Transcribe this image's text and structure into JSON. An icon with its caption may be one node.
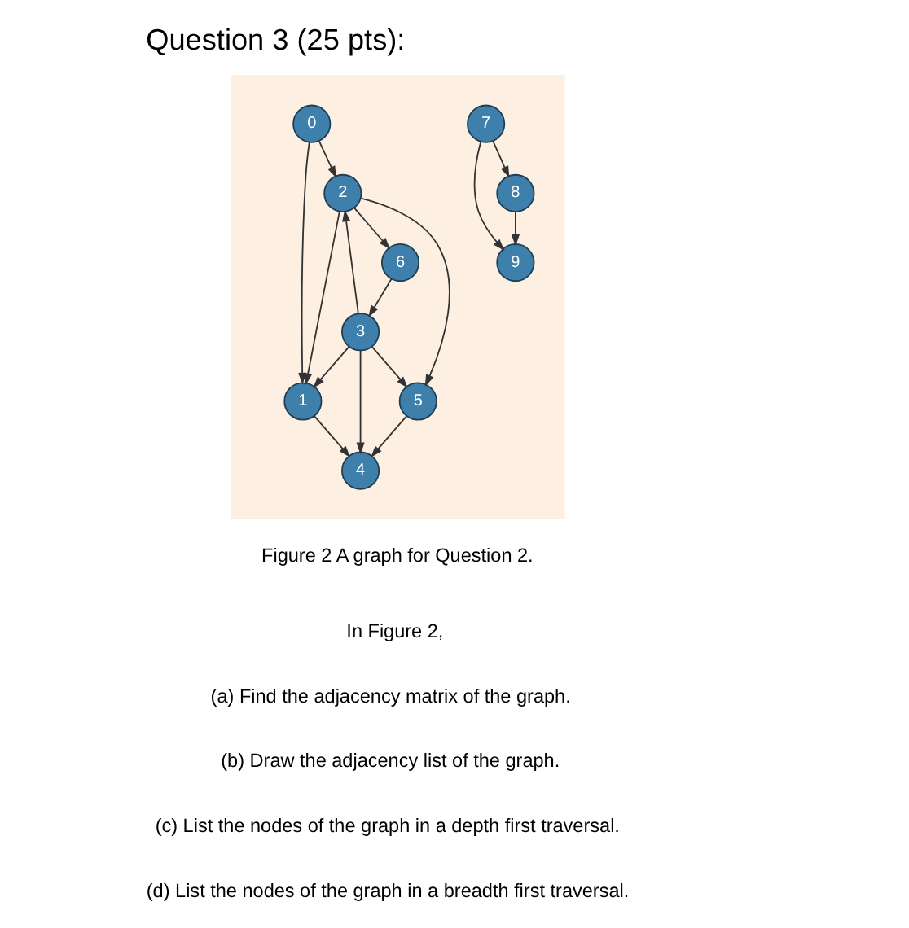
{
  "diagram": {
    "title": "Question 3 (25 pts):",
    "caption": "Figure 2 A graph for Question 2.",
    "nodes": [
      {
        "text": [],
        "shape": "box"
      },
      {
        "text": [
          "0"
        ],
        "in": 0
      },
      {
        "text": [
          "1"
        ],
        "in": 0
      },
      {
        "text": [
          "2"
        ],
        "in": 0
      },
      {
        "text": [
          "3"
        ],
        "in": 0
      },
      {
        "text": [
          "4"
        ],
        "in": 0
      },
      {
        "text": [
          "5"
        ],
        "in": 0
      },
      {
        "text": [
          "6"
        ],
        "in": 0
      },
      {
        "text": [
          "7"
        ],
        "in": 0
      },
      {
        "text": [
          "8"
        ],
        "in": 0
      },
      {
        "text": [
          "9"
        ],
        "in": 0
      }
    ],
    "edges": [
      {
        "from": 1,
        "to": 2,
        "arrow": "to"
      },
      {
        "from": 1,
        "to": 3,
        "arrow": "to"
      },
      {
        "from": 2,
        "to": 5,
        "arrow": "to"
      },
      {
        "from": 3,
        "to": 2,
        "arrow": "to"
      },
      {
        "from": 4,
        "to": 2,
        "arrow": "to"
      },
      {
        "from": 4,
        "to": 3,
        "arrow": "to"
      },
      {
        "from": 4,
        "to": 5,
        "arrow": "to"
      },
      {
        "from": 4,
        "to": 6,
        "arrow": "to"
      },
      {
        "from": 3,
        "to": 6,
        "arrow": "to"
      },
      {
        "from": 3,
        "to": 7,
        "arrow": "to"
      },
      {
        "from": 7,
        "to": 4,
        "arrow": "to"
      },
      {
        "from": 6,
        "to": 5,
        "arrow": "to"
      },
      {
        "from": 8,
        "to": 9,
        "arrow": "to"
      },
      {
        "from": 9,
        "to": 10,
        "arrow": "to"
      },
      {
        "from": 8,
        "to": 10,
        "arrow": "to"
      }
    ],
    "labels": [
      "In Figure 2,",
      "(a) Find the adjacency matrix of the graph.",
      "(b) Draw the adjacency list of the graph.",
      "(c) List the nodes of the graph in a depth first traversal.",
      "(d) List the nodes of the graph in a breadth first traversal."
    ]
  }
}
